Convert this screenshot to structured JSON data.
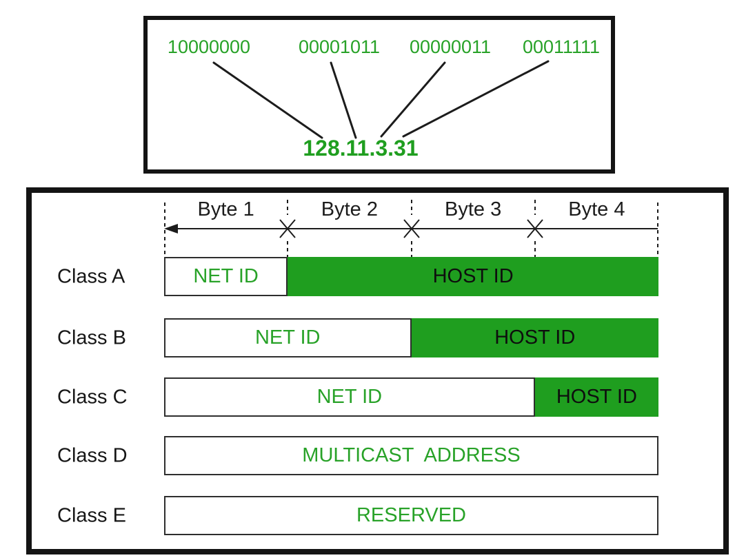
{
  "top_box": {
    "binary_octets": [
      "10000000",
      "00001011",
      "00000011",
      "00011111"
    ],
    "ip_address": "128.11.3.31"
  },
  "byte_scale": {
    "labels": [
      "Byte 1",
      "Byte 2",
      "Byte 3",
      "Byte 4"
    ]
  },
  "classes": [
    {
      "label": "Class A",
      "segments": [
        {
          "text": "NET ID",
          "fill": "white",
          "width_pct": 25
        },
        {
          "text": "HOST ID",
          "fill": "green",
          "width_pct": 75
        }
      ]
    },
    {
      "label": "Class B",
      "segments": [
        {
          "text": "NET ID",
          "fill": "white",
          "width_pct": 50
        },
        {
          "text": "HOST ID",
          "fill": "green",
          "width_pct": 50
        }
      ]
    },
    {
      "label": "Class C",
      "segments": [
        {
          "text": "NET ID",
          "fill": "white",
          "width_pct": 75
        },
        {
          "text": "HOST ID",
          "fill": "green",
          "width_pct": 25
        }
      ]
    },
    {
      "label": "Class D",
      "segments": [
        {
          "text": "MULTICAST  ADDRESS",
          "fill": "white",
          "width_pct": 100
        }
      ]
    },
    {
      "label": "Class E",
      "segments": [
        {
          "text": "RESERVED",
          "fill": "white",
          "width_pct": 100
        }
      ]
    }
  ],
  "colors": {
    "green_fill": "#1f9e1f",
    "green_text": "#28a228",
    "line": "#1c1c1c",
    "border": "#141414",
    "background": "#ffffff"
  }
}
